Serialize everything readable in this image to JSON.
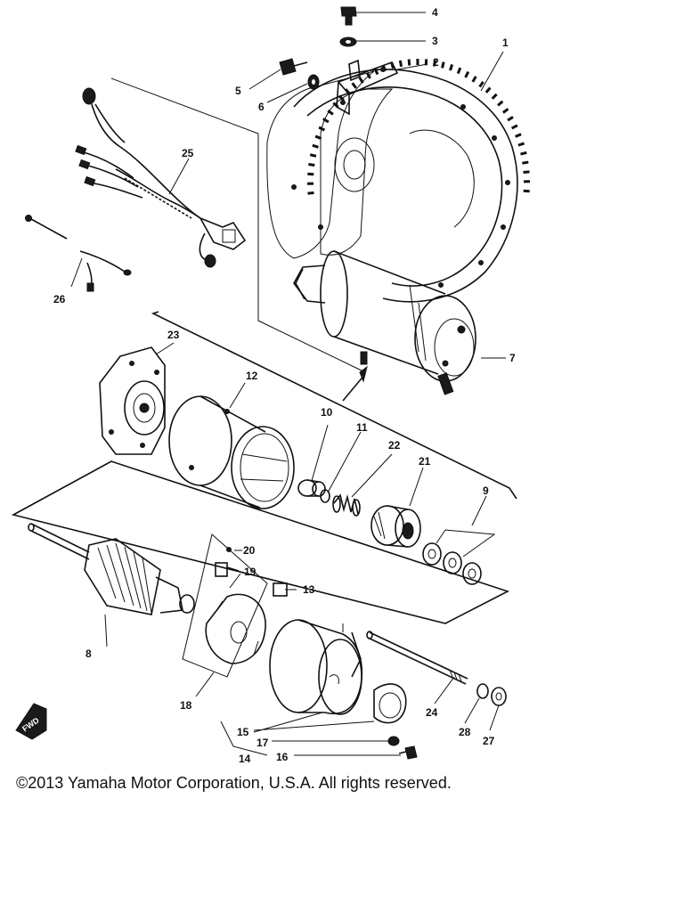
{
  "diagram": {
    "callouts": [
      {
        "id": "c1",
        "text": "1"
      },
      {
        "id": "c2",
        "text": "2"
      },
      {
        "id": "c3",
        "text": "3"
      },
      {
        "id": "c4",
        "text": "4"
      },
      {
        "id": "c5",
        "text": "5"
      },
      {
        "id": "c6",
        "text": "6"
      },
      {
        "id": "c7",
        "text": "7"
      },
      {
        "id": "c8",
        "text": "8"
      },
      {
        "id": "c9",
        "text": "9"
      },
      {
        "id": "c10",
        "text": "10"
      },
      {
        "id": "c11",
        "text": "11"
      },
      {
        "id": "c12",
        "text": "12"
      },
      {
        "id": "c13",
        "text": "13"
      },
      {
        "id": "c14",
        "text": "14"
      },
      {
        "id": "c15",
        "text": "15"
      },
      {
        "id": "c16",
        "text": "16"
      },
      {
        "id": "c17",
        "text": "17"
      },
      {
        "id": "c18",
        "text": "18"
      },
      {
        "id": "c19",
        "text": "19"
      },
      {
        "id": "c20",
        "text": "20"
      },
      {
        "id": "c21",
        "text": "21"
      },
      {
        "id": "c22",
        "text": "22"
      },
      {
        "id": "c23",
        "text": "23"
      },
      {
        "id": "c24",
        "text": "24"
      },
      {
        "id": "c25",
        "text": "25"
      },
      {
        "id": "c26",
        "text": "26"
      },
      {
        "id": "c27",
        "text": "27"
      },
      {
        "id": "c28",
        "text": "28"
      }
    ],
    "fwd_mark": "FWD",
    "copyright": "©2013 Yamaha Motor Corporation, U.S.A. All rights reserved."
  }
}
